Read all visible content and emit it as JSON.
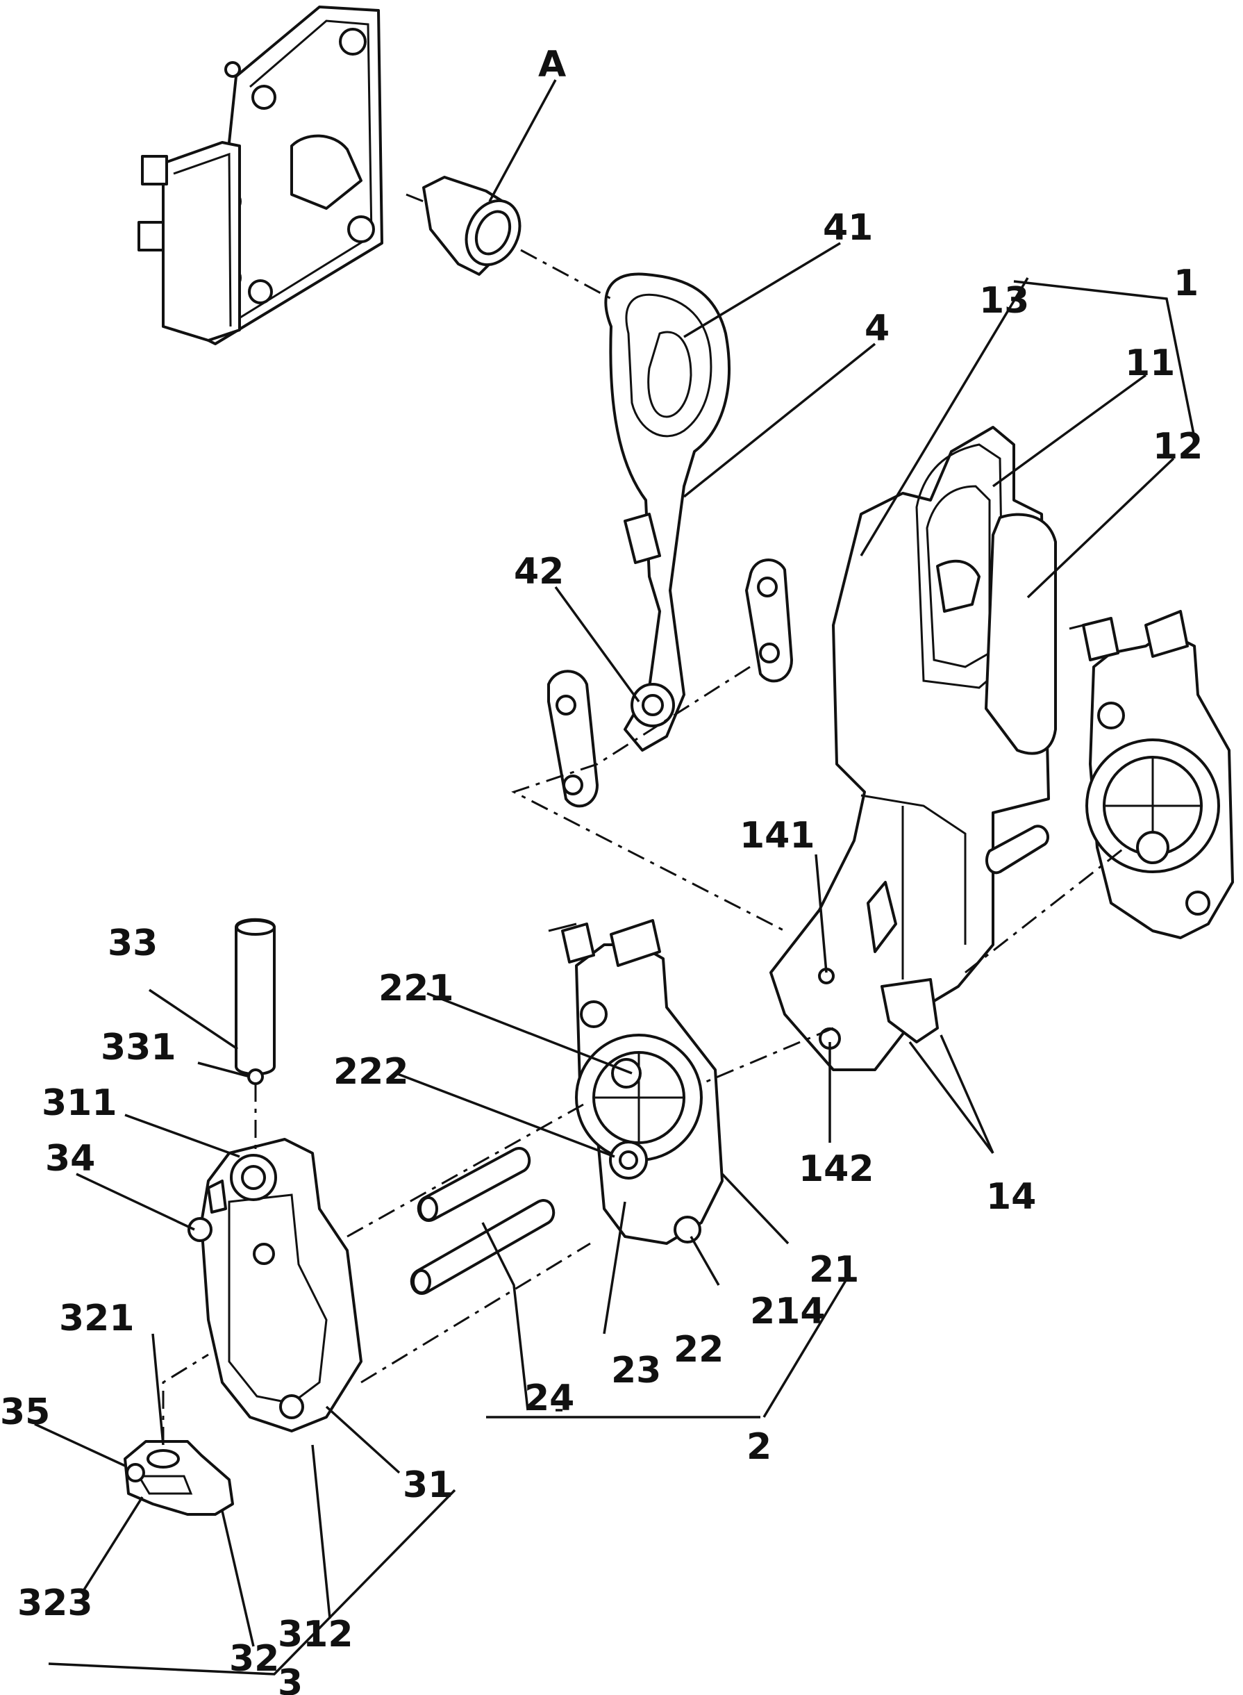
{
  "labels": {
    "A": "A",
    "l1": "1",
    "l11": "11",
    "l12": "12",
    "l13": "13",
    "l14": "14",
    "l141": "141",
    "l142": "142",
    "l2": "2",
    "l21": "21",
    "l22": "22",
    "l221": "221",
    "l222": "222",
    "l214": "214",
    "l23": "23",
    "l24": "24",
    "l3": "3",
    "l31": "31",
    "l311": "311",
    "l312": "312",
    "l32": "32",
    "l321": "321",
    "l323": "323",
    "l33": "33",
    "l331": "331",
    "l34": "34",
    "l35": "35",
    "l4": "4",
    "l41": "41",
    "l42": "42"
  },
  "colors": {
    "ink": "#111111",
    "paper": "#ffffff"
  }
}
